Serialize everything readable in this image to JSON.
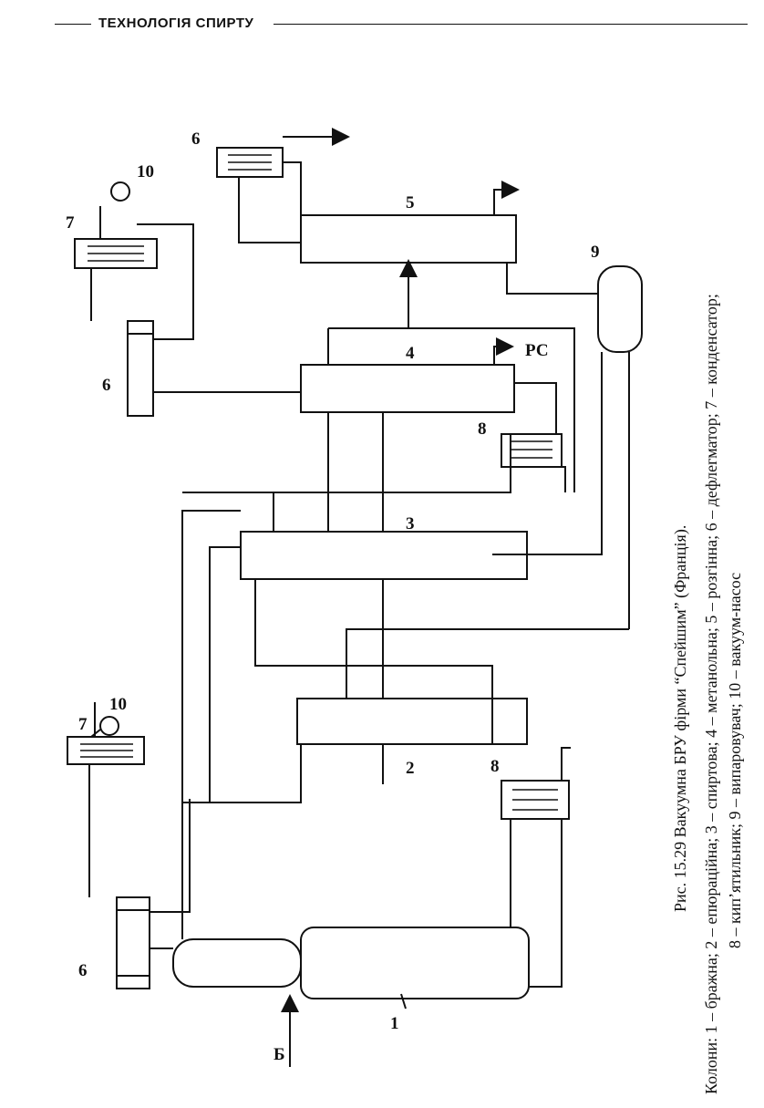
{
  "header": {
    "title": "ТЕХНОЛОГІЯ СПИРТУ"
  },
  "caption": {
    "title": "Рис. 15.29 Вакуумна БРУ фірми “Спейшим” (Франція).",
    "line1": "Колони: 1 – бражна; 2 – епюраційна; 3 – спиртова; 4 – метанольна; 5 – розгінна; 6 – дефлегматор; 7 – конденсатор;",
    "line2": "8 – кип’ятильник; 9 – випаровувач; 10 – вакуум-насос"
  },
  "labels": {
    "c1": "1",
    "c2": "2",
    "c3": "3",
    "c4": "4",
    "c5": "5",
    "d6a": "6",
    "d6b": "6",
    "d6c": "6",
    "k7a": "7",
    "k7b": "7",
    "b8a": "8",
    "b8b": "8",
    "e9": "9",
    "p10a": "10",
    "p10b": "10",
    "feed": "Б",
    "rs": "РС"
  }
}
